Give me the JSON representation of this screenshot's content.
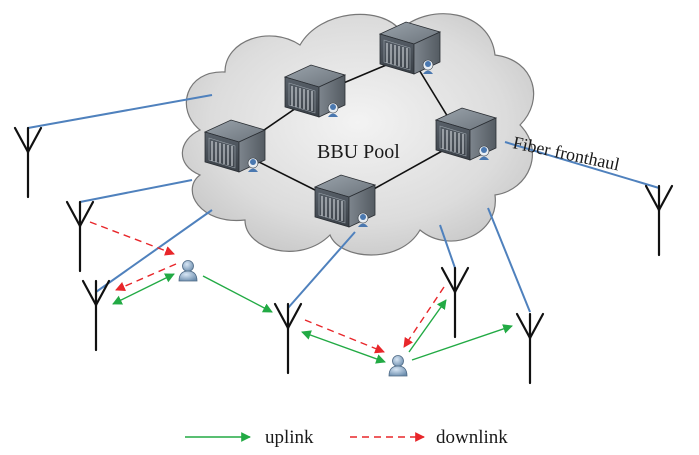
{
  "pool": {
    "label": "BBU Pool"
  },
  "fronthaul": {
    "label": "Fiber fronthaul"
  },
  "legend": {
    "uplink_label": "uplink",
    "downlink_label": "downlink"
  },
  "colors": {
    "uplink": "#22aa44",
    "downlink": "#e8262a",
    "fiber": "#4f81bd",
    "cloud": "#d9d9d9",
    "server": "#5e6770"
  }
}
